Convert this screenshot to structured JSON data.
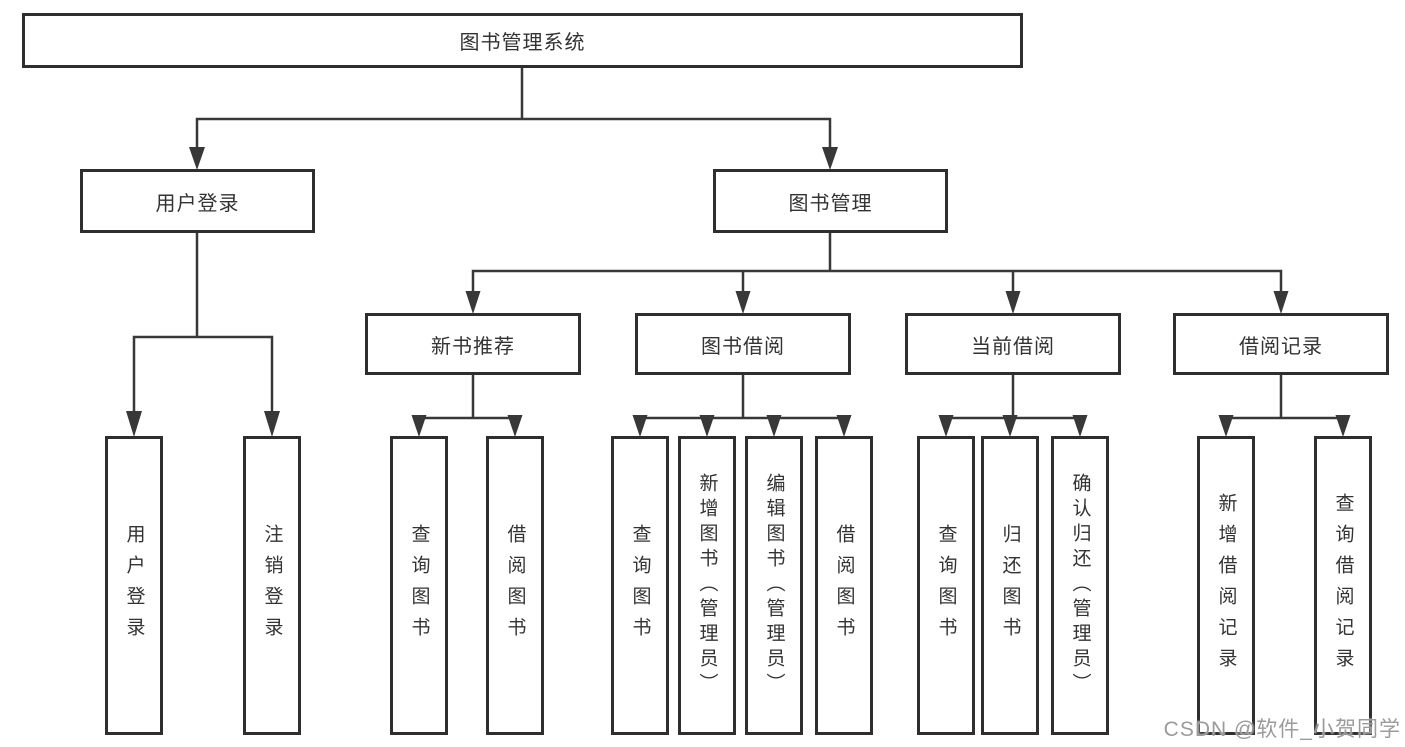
{
  "diagram_type": "hierarchy-tree",
  "tree": {
    "root": {
      "label": "图书管理系统",
      "children": [
        {
          "label": "用户登录",
          "children": [
            {
              "label": "用户登录"
            },
            {
              "label": "注销登录"
            }
          ]
        },
        {
          "label": "图书管理",
          "children": [
            {
              "label": "新书推荐",
              "children": [
                {
                  "label": "查询图书"
                },
                {
                  "label": "借阅图书"
                }
              ]
            },
            {
              "label": "图书借阅",
              "children": [
                {
                  "label": "查询图书"
                },
                {
                  "label": "新增图书（管理员）"
                },
                {
                  "label": "编辑图书（管理员）"
                },
                {
                  "label": "借阅图书"
                }
              ]
            },
            {
              "label": "当前借阅",
              "children": [
                {
                  "label": "查询图书"
                },
                {
                  "label": "归还图书"
                },
                {
                  "label": "确认归还（管理员）"
                }
              ]
            },
            {
              "label": "借阅记录",
              "children": [
                {
                  "label": "新增借阅记录"
                },
                {
                  "label": "查询借阅记录"
                }
              ]
            }
          ]
        }
      ]
    }
  },
  "watermark": {
    "text": "CSDN @软件_小贺同学"
  },
  "colors": {
    "box_border": "#2e2e2e",
    "connector_line": "#383838",
    "text": "#333333",
    "watermark": "#9b9b9b",
    "background": "#ffffff"
  }
}
